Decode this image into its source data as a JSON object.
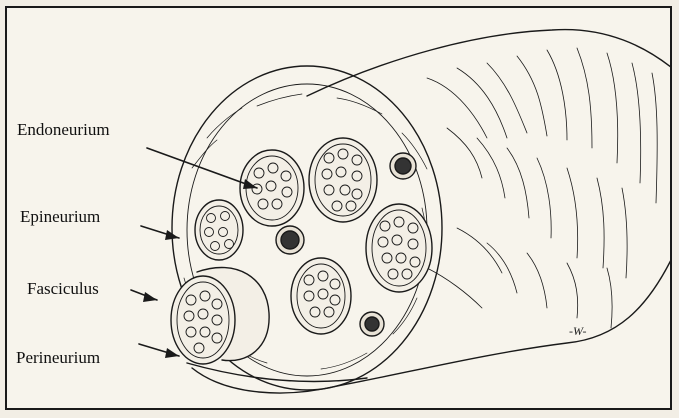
{
  "labels": {
    "endoneurium": "Endoneurium",
    "epineurium": "Epineurium",
    "fasciculus": "Fasciculus",
    "perineurium": "Perineurium"
  },
  "signature": "-W-",
  "colors": {
    "ink": "#1a1a1a",
    "paper": "#f7f4ec",
    "fascicle_fill": "#f3efe6"
  }
}
